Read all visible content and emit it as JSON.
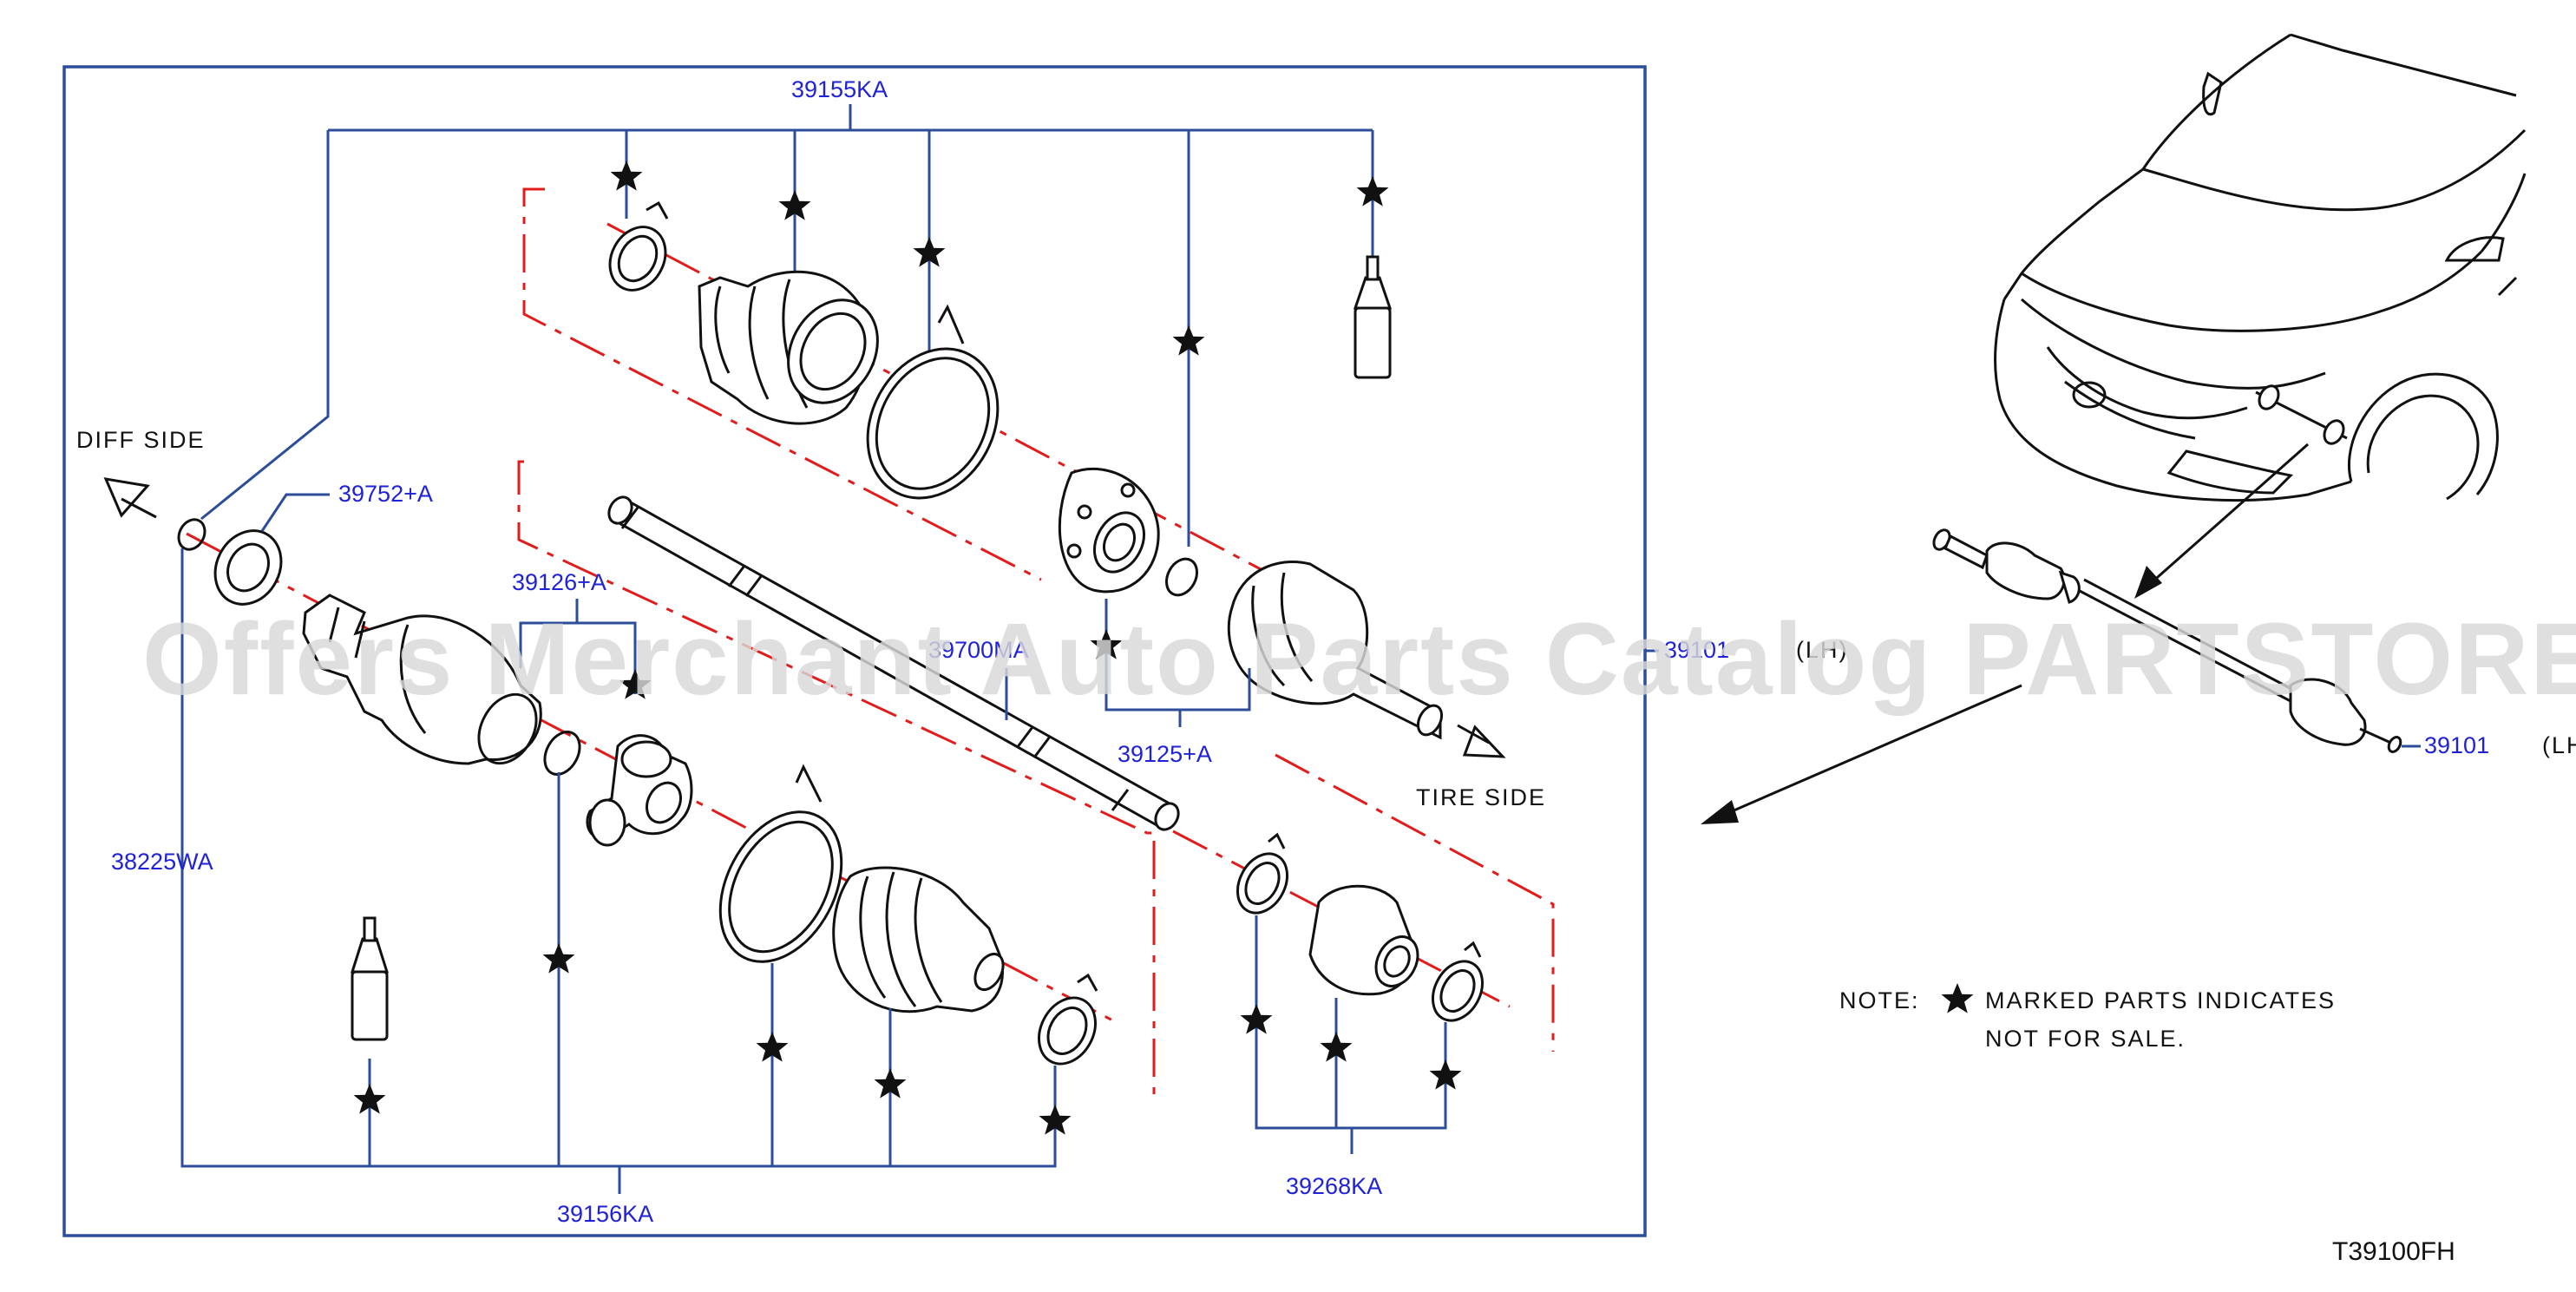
{
  "diagram": {
    "assembly_label": "39155KA",
    "inner_kit_label": "39156KA",
    "outer_kit_label": "39268KA",
    "side_labels": {
      "diff": "DIFF SIDE",
      "tire": "TIRE SIDE"
    },
    "part_labels": {
      "washer": "39752+A",
      "spider_kit": "39126+A",
      "shaft": "39700MA",
      "circlip": "39125+A",
      "housing": "38225WA",
      "shaft_assembly_main": "39101",
      "shaft_assembly_main_side": "(LH)",
      "shaft_assembly_inset": "39101",
      "shaft_assembly_inset_side": "(LH)"
    },
    "note": {
      "prefix": "NOTE:",
      "line1": "MARKED PARTS INDICATES",
      "line2": "NOT FOR SALE."
    },
    "drawing_code": "T39100FH",
    "watermark": "Offers Merchant Auto Parts Catalog PARTSTORE.SA",
    "icons": [
      "star-icon",
      "arrow-icon",
      "car-illustration"
    ],
    "colors": {
      "label_blue": "#1f22d8",
      "leader_blue": "#2c4d9a",
      "centerline_red": "#e21b1b",
      "line_black": "#111111"
    }
  }
}
